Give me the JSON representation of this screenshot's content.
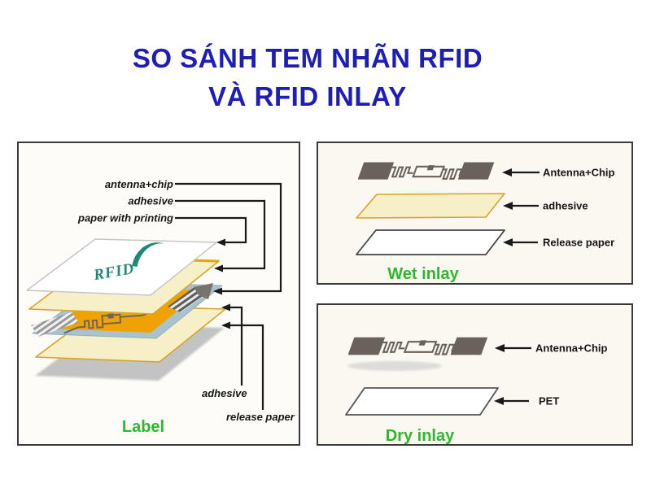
{
  "title": {
    "line1": "SO SÁNH TEM NHÃN RFID",
    "line2": "VÀ RFID INLAY"
  },
  "panels": {
    "label": {
      "caption": "Label",
      "logo_text": "RFID",
      "callouts": {
        "antenna_chip": "antenna+chip",
        "adhesive_top": "adhesive",
        "paper_with_printing": "paper with printing",
        "adhesive_bottom": "adhesive",
        "release_paper": "release paper"
      }
    },
    "wet": {
      "caption": "Wet inlay",
      "callouts": {
        "antenna_chip": "Antenna+Chip",
        "adhesive": "adhesive",
        "release_paper": "Release paper"
      }
    },
    "dry": {
      "caption": "Dry inlay",
      "callouts": {
        "antenna_chip": "Antenna+Chip",
        "pet": "PET"
      }
    }
  },
  "colors": {
    "title-blue": "#1d1db8",
    "caption-green": "#2eb82e",
    "gold": "#dba326",
    "gold2": "#f0a202",
    "cream": "#f6efc8",
    "antenna-gray": "#6a615a",
    "inlay-blue": "#a7c3ce",
    "sheet-gray": "#c3c3c3",
    "logo-teal": "#1e8a74",
    "panel-border": "#3a3a3a"
  }
}
